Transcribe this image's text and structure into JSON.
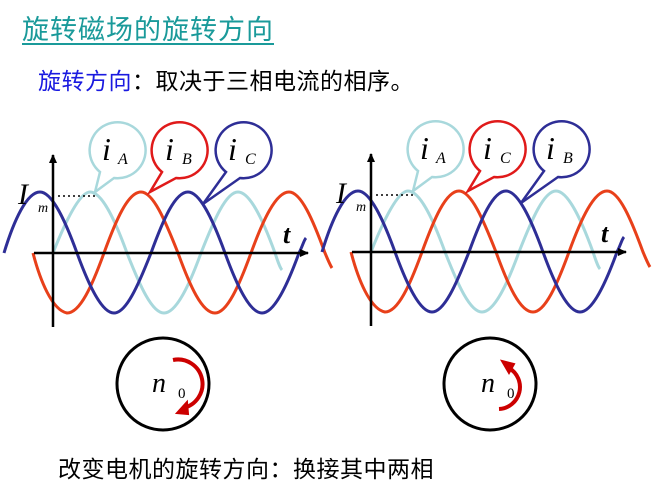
{
  "title": "旋转磁场的旋转方向",
  "subtitle": {
    "highlight": "旋转方向",
    "rest": "：取决于三相电流的相序。"
  },
  "footer": "改变电机的旋转方向：换接其中两相",
  "colors": {
    "title": "#1a9a9a",
    "highlight": "#1a1ae0",
    "phase_light": "#a8d8dc",
    "phase_red": "#e8401a",
    "phase_dark": "#2e2e96",
    "bubble_red": "#e01a1a",
    "arrow_red": "#cc0000"
  },
  "left_plot": {
    "amplitude_label": "I",
    "amplitude_sub": "m",
    "axis_label": "t",
    "bubbles": [
      {
        "main": "i",
        "sub": "A",
        "color": "light"
      },
      {
        "main": "i",
        "sub": "B",
        "color": "red"
      },
      {
        "main": "i",
        "sub": "C",
        "color": "dark"
      }
    ],
    "rotor": {
      "label": "n",
      "sub": "0",
      "direction": "clockwise"
    }
  },
  "right_plot": {
    "amplitude_label": "I",
    "amplitude_sub": "m",
    "axis_label": "t",
    "bubbles": [
      {
        "main": "i",
        "sub": "A",
        "color": "light"
      },
      {
        "main": "i",
        "sub": "C",
        "color": "red"
      },
      {
        "main": "i",
        "sub": "B",
        "color": "dark"
      }
    ],
    "rotor": {
      "label": "n",
      "sub": "0",
      "direction": "counter-clockwise"
    }
  }
}
